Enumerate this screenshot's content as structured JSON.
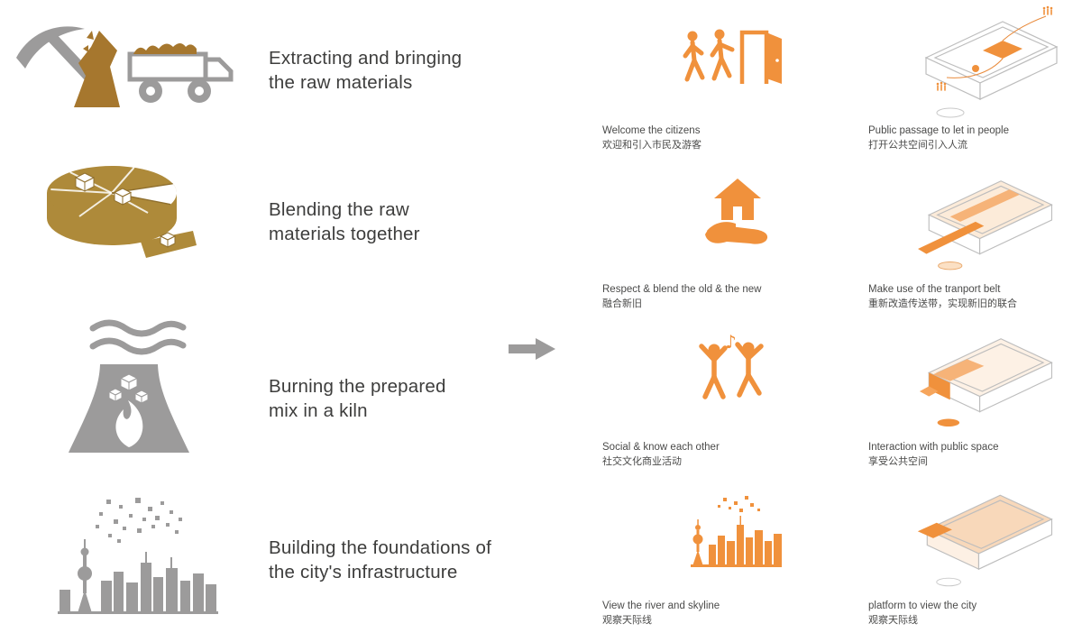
{
  "page": {
    "background": "#ffffff"
  },
  "colors": {
    "gray": "#9c9b9b",
    "brown": "#a6772e",
    "cake_brown": "#ae8a3a",
    "orange": "#f0913c",
    "light_orange": "#f8cba4",
    "label_text": "#3d3d3c",
    "caption_text": "#4a4a49"
  },
  "arrow": {
    "icon": "right-arrow"
  },
  "rows": [
    {
      "left_icon": "pickaxe-and-truck",
      "label1": "Extracting and bringing",
      "label2": "the raw materials",
      "mid_icon": "welcome-door",
      "mid_caption_en": "Welcome the citizens",
      "mid_caption_zh": "欢迎和引入市民及游客",
      "right_diagram": "axon-public-passage",
      "right_caption_en": "Public passage to let in people",
      "right_caption_zh": "打开公共空间引入人流"
    },
    {
      "left_icon": "blending-mix",
      "label1": "Blending the raw",
      "label2": "materials together",
      "mid_icon": "hand-holding-house",
      "mid_caption_en": "Respect & blend the old & the new",
      "mid_caption_zh": "融合新旧",
      "right_diagram": "axon-transport-belt",
      "right_caption_en": "Make use of the tranport belt",
      "right_caption_zh": "重新改造传送带，实现新旧的联合"
    },
    {
      "left_icon": "kiln-fire",
      "label1": "Burning the prepared",
      "label2": "mix in a kiln",
      "mid_icon": "social-dance",
      "mid_caption_en": "Social & know each other",
      "mid_caption_zh": "社交文化商业活动",
      "right_diagram": "axon-public-space",
      "right_caption_en": "Interaction with public space",
      "right_caption_zh": "享受公共空间"
    },
    {
      "left_icon": "city-skyline",
      "label1": "Building the foundations of",
      "label2": "the city's infrastructure",
      "mid_icon": "orange-skyline",
      "mid_caption_en": "View the river and skyline",
      "mid_caption_zh": "观察天际线",
      "right_diagram": "axon-view-platform",
      "right_caption_en": "platform to view the city",
      "right_caption_zh": "观察天际线"
    }
  ]
}
